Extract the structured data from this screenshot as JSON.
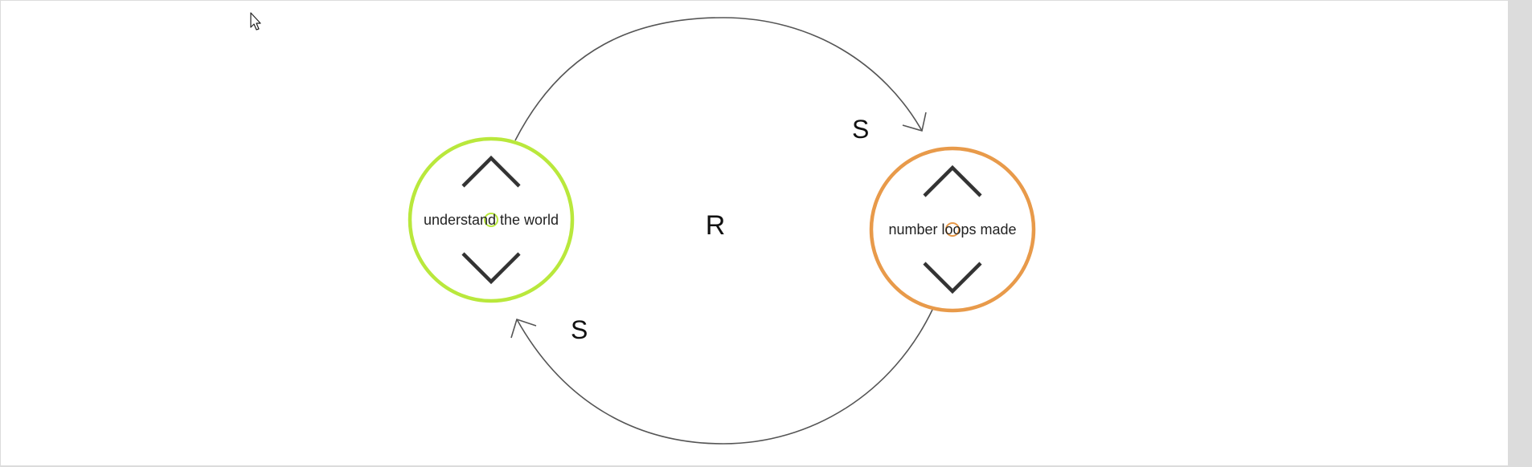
{
  "diagram": {
    "type": "causal-loop",
    "nodes": [
      {
        "id": "understand",
        "label": "understand the world",
        "color": "#b9e83c"
      },
      {
        "id": "loops",
        "label": "number loops made",
        "color": "#e89a4a"
      }
    ],
    "links": [
      {
        "from": "understand",
        "to": "loops",
        "polarity": "S"
      },
      {
        "from": "loops",
        "to": "understand",
        "polarity": "S"
      }
    ],
    "loop_label": "R"
  },
  "colors": {
    "canvas": "#ffffff",
    "frame": "#dcdcdc",
    "arrow": "#555555",
    "chevron": "#333333"
  },
  "icons": [
    "cursor-pointer-icon",
    "increase-chevron-icon",
    "decrease-chevron-icon"
  ]
}
